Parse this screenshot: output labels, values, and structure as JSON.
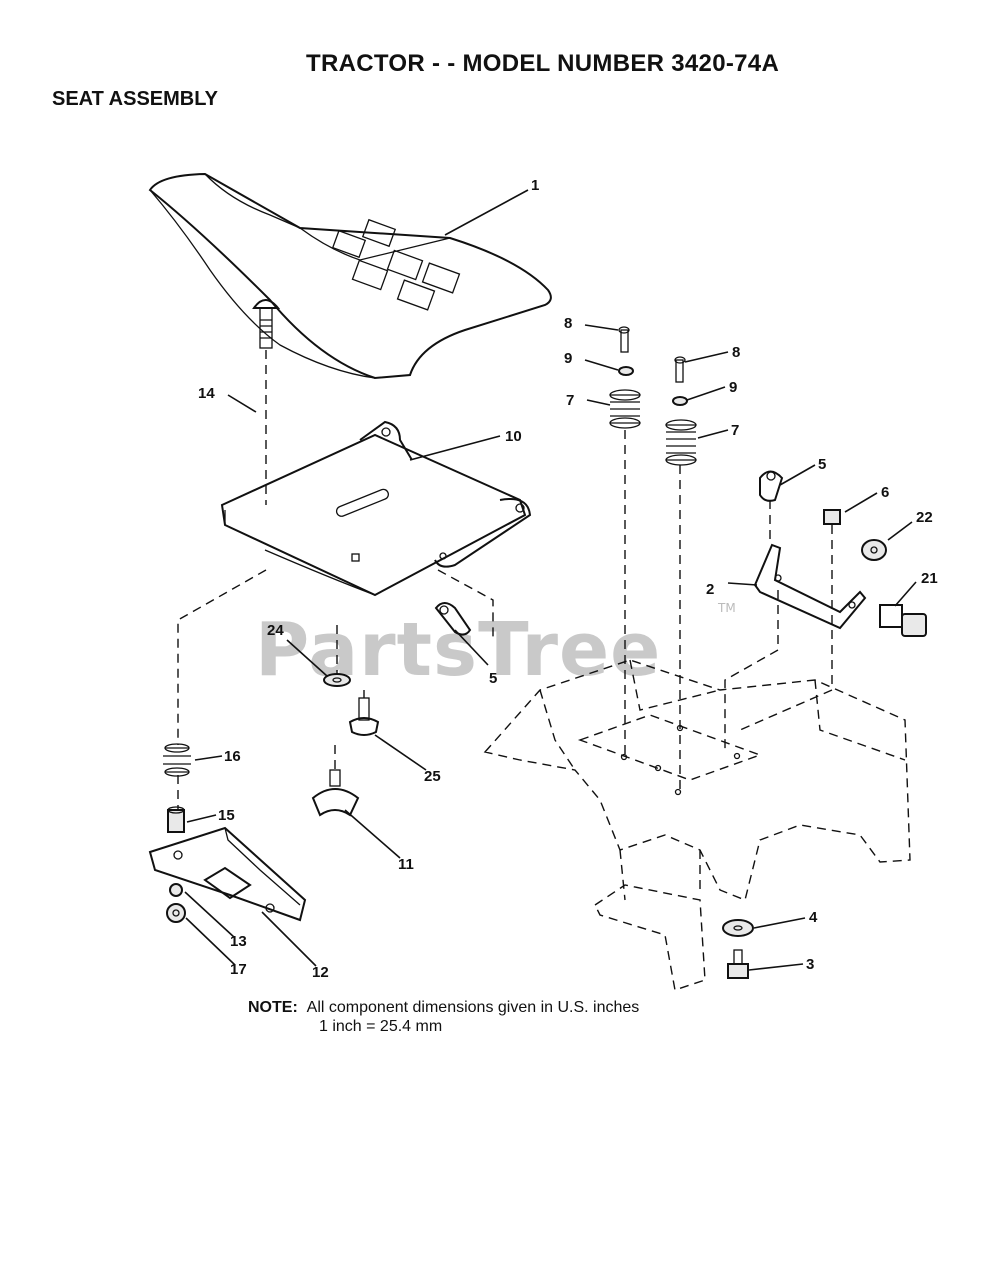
{
  "header": {
    "title": "TRACTOR - - MODEL NUMBER 3420-74A",
    "section": "SEAT ASSEMBLY"
  },
  "watermark": {
    "text": "PartsTree",
    "mark": "TM"
  },
  "callouts": {
    "c1": "1",
    "c2": "2",
    "c3": "3",
    "c4": "4",
    "c5a": "5",
    "c5b": "5",
    "c6": "6",
    "c7a": "7",
    "c7b": "7",
    "c8a": "8",
    "c8b": "8",
    "c9a": "9",
    "c9b": "9",
    "c10": "10",
    "c11": "11",
    "c12": "12",
    "c13": "13",
    "c14": "14",
    "c15": "15",
    "c16": "16",
    "c17": "17",
    "c21": "21",
    "c22": "22",
    "c24": "24",
    "c25": "25"
  },
  "note": {
    "label": "NOTE:",
    "line1": "All component dimensions given in U.S. inches",
    "line2": "1 inch = 25.4 mm"
  }
}
